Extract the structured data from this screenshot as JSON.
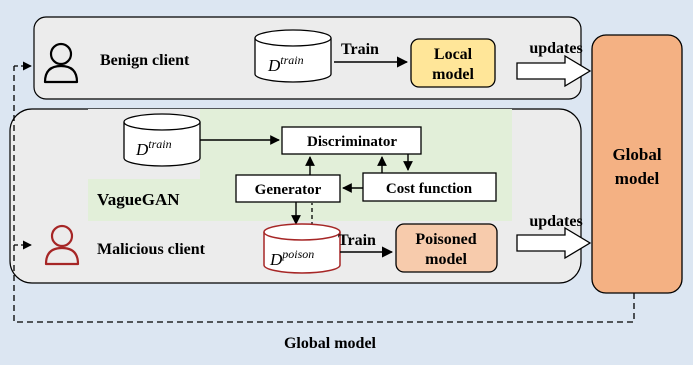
{
  "colors": {
    "page_bg": "#dce6f2",
    "client_panel": "#ececec",
    "vaguegan_panel": "#e2efd9",
    "local_model": "#ffe699",
    "poisoned_model": "#f7cbac",
    "global_model": "#f4b183",
    "malicious_accent": "#a62626"
  },
  "benign": {
    "label": "Benign client",
    "dataset_base": "D",
    "dataset_sup": "train",
    "train_label": "Train",
    "local_model_line1": "Local",
    "local_model_line2": "model",
    "updates_label": "updates"
  },
  "malicious": {
    "label": "Malicious client",
    "vaguegan_label": "VagueGAN",
    "dataset_base": "D",
    "dataset_sup": "train",
    "discriminator_label": "Discriminator",
    "generator_label": "Generator",
    "cost_function_label": "Cost function",
    "poison_base": "D",
    "poison_sup": "poison",
    "train_label": "Train",
    "poisoned_model_line1": "Poisoned",
    "poisoned_model_line2": "model",
    "updates_label": "updates"
  },
  "global": {
    "model_line1": "Global",
    "model_line2": "model",
    "feedback_label": "Global model"
  }
}
